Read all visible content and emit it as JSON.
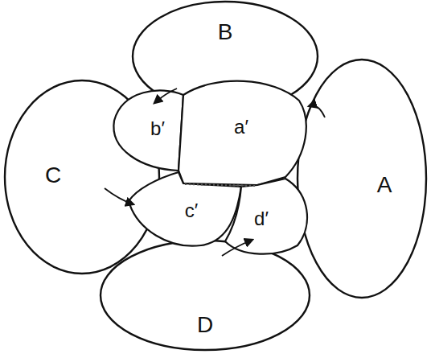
{
  "diagram": {
    "nodes": [
      {
        "text": [
          "B"
        ]
      },
      {
        "text": [
          "b′"
        ]
      },
      {
        "text": [
          "a′"
        ]
      },
      {
        "text": [
          "C"
        ]
      },
      {
        "text": [
          "A"
        ]
      },
      {
        "text": [
          "c′"
        ]
      },
      {
        "text": [
          "d′"
        ]
      },
      {
        "text": [
          "D"
        ]
      }
    ]
  }
}
